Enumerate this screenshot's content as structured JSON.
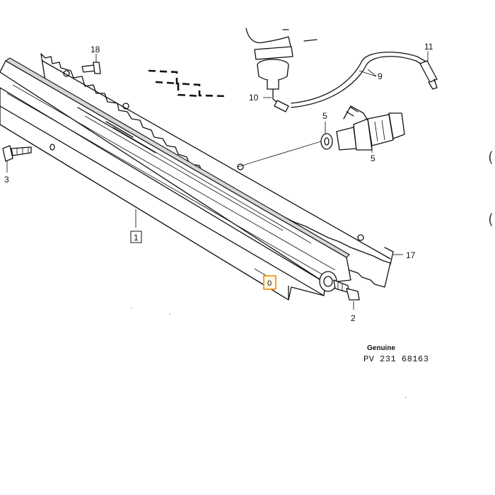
{
  "labels": {
    "l18": "18",
    "l11": "11",
    "l9": "9",
    "l10": "10",
    "l5a": "5",
    "l5b": "5",
    "l3": "3",
    "l1": "1",
    "l17": "17",
    "l2": "2",
    "l0": "0"
  },
  "stamp": {
    "genuine": "Genuine",
    "part_number": "PV 231 68163"
  },
  "edge_glyphs": [
    "(",
    "("
  ],
  "colors": {
    "highlight": "#f28c00",
    "line": "#111111"
  }
}
